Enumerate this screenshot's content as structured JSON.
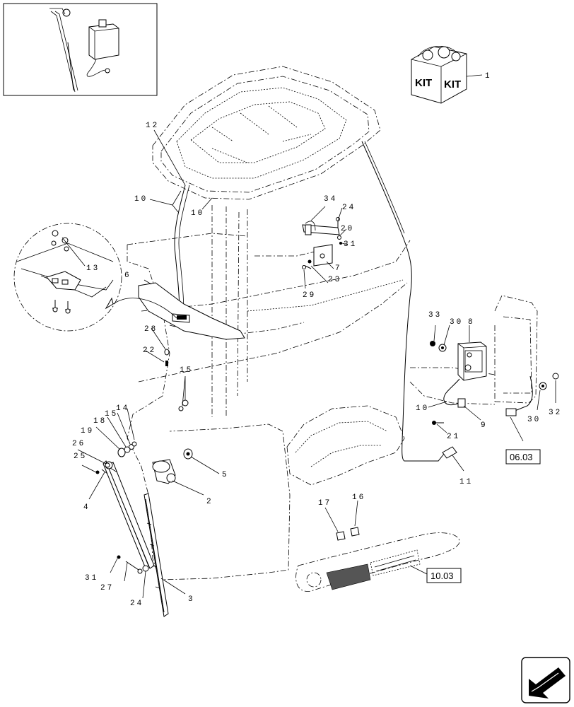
{
  "kit": {
    "label_left": "KIT",
    "label_right": "KIT"
  },
  "callouts": {
    "c1": "1",
    "c2": "2",
    "c3": "3",
    "c4": "4",
    "c5": "5",
    "c6": "6",
    "c7": "7",
    "c8": "8",
    "c9": "9",
    "c10a": "10",
    "c10b": "10",
    "c10c": "10",
    "c11": "11",
    "c12": "12",
    "c13": "13",
    "c14": "14",
    "c15a": "15",
    "c15b": "15",
    "c16": "16",
    "c17": "17",
    "c18": "18",
    "c19": "19",
    "c20": "20",
    "c21": "21",
    "c22": "22",
    "c23": "23",
    "c24a": "24",
    "c24b": "24",
    "c25": "25",
    "c26": "26",
    "c27": "27",
    "c28": "28",
    "c29": "29",
    "c30a": "30",
    "c30b": "30",
    "c31a": "31",
    "c31b": "31",
    "c32": "32",
    "c33": "33",
    "c34": "34"
  },
  "refs": {
    "ref_0603": "06.03",
    "ref_1003": "10.03"
  }
}
